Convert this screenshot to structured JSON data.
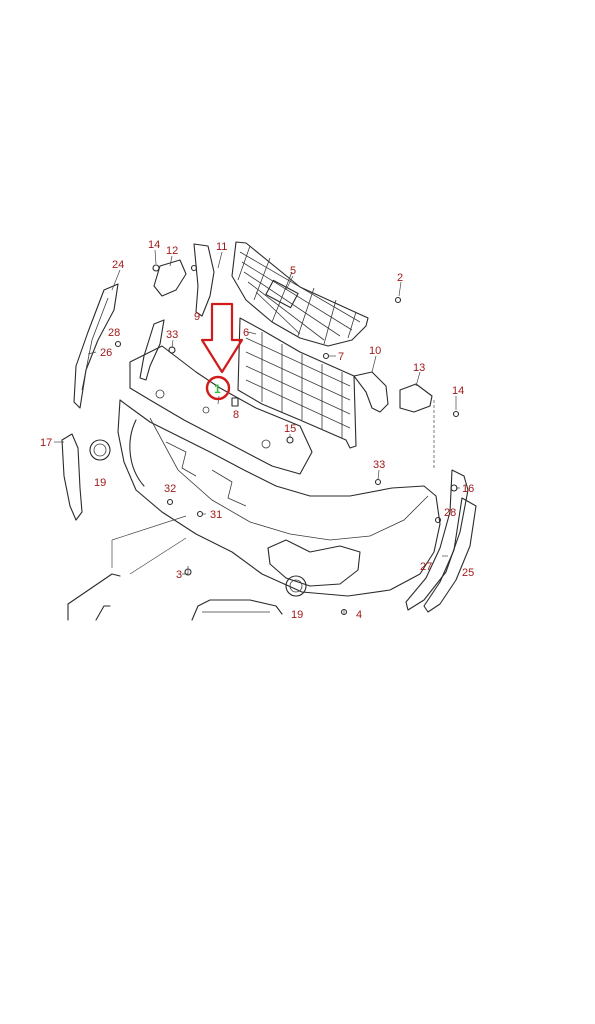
{
  "diagram": {
    "callouts": [
      {
        "id": "c14a",
        "label": "14"
      },
      {
        "id": "c12",
        "label": "12"
      },
      {
        "id": "c11",
        "label": "11"
      },
      {
        "id": "c5",
        "label": "5"
      },
      {
        "id": "c2",
        "label": "2"
      },
      {
        "id": "c24",
        "label": "24"
      },
      {
        "id": "c9",
        "label": "9"
      },
      {
        "id": "c28a",
        "label": "28"
      },
      {
        "id": "c33a",
        "label": "33"
      },
      {
        "id": "c6",
        "label": "6"
      },
      {
        "id": "c7",
        "label": "7"
      },
      {
        "id": "c10",
        "label": "10"
      },
      {
        "id": "c26",
        "label": "26"
      },
      {
        "id": "c13",
        "label": "13"
      },
      {
        "id": "c1",
        "label": "1"
      },
      {
        "id": "c8",
        "label": "8"
      },
      {
        "id": "c14b",
        "label": "14"
      },
      {
        "id": "c17",
        "label": "17"
      },
      {
        "id": "c15",
        "label": "15"
      },
      {
        "id": "c19a",
        "label": "19"
      },
      {
        "id": "c33b",
        "label": "33"
      },
      {
        "id": "c16",
        "label": "16"
      },
      {
        "id": "c32",
        "label": "32"
      },
      {
        "id": "c31",
        "label": "31"
      },
      {
        "id": "c28b",
        "label": "28"
      },
      {
        "id": "c27",
        "label": "27"
      },
      {
        "id": "c25",
        "label": "25"
      },
      {
        "id": "c3",
        "label": "3"
      },
      {
        "id": "c19b",
        "label": "19"
      },
      {
        "id": "c4",
        "label": "4"
      }
    ],
    "highlight": {
      "part_label": "1",
      "circle_color": "#d11a1a",
      "arrow_color": "#d11a1a",
      "text_color": "#2fbf3a"
    },
    "callout_color": "#a11a1a",
    "line_color": "#2b2b2b"
  }
}
